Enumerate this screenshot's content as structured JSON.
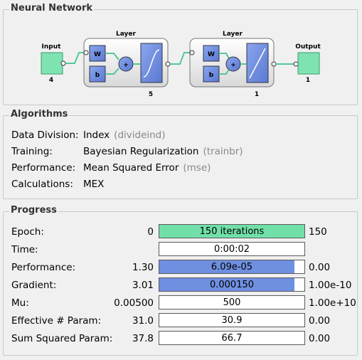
{
  "neural_network": {
    "title": "Neural Network",
    "input": {
      "label": "Input",
      "size": "4"
    },
    "hidden_layer": {
      "label": "Layer",
      "size": "5",
      "weight_label": "W",
      "bias_label": "b",
      "sum_label": "+"
    },
    "output_layer": {
      "label": "Layer",
      "size": "1",
      "weight_label": "W",
      "bias_label": "b",
      "sum_label": "+"
    },
    "output": {
      "label": "Output",
      "size": "1"
    }
  },
  "algorithms": {
    "title": "Algorithms",
    "rows": [
      {
        "label": "Data Division:",
        "value": "Index",
        "fn": "(divideind)"
      },
      {
        "label": "Training:",
        "value": "Bayesian Regularization",
        "fn": "(trainbr)"
      },
      {
        "label": "Performance:",
        "value": "Mean Squared Error",
        "fn": "(mse)"
      },
      {
        "label": "Calculations:",
        "value": "MEX",
        "fn": ""
      }
    ]
  },
  "progress": {
    "title": "Progress",
    "rows": [
      {
        "label": "Epoch:",
        "min": "0",
        "value": "150 iterations",
        "max": "150",
        "fill": 1.0,
        "fill_color": "#71e0a8"
      },
      {
        "label": "Time:",
        "min": "",
        "value": "0:00:02",
        "max": "",
        "fill": 0,
        "fill_color": "#6f8fe0"
      },
      {
        "label": "Performance:",
        "min": "1.30",
        "value": "6.09e-05",
        "max": "0.00",
        "fill": 0.93,
        "fill_color": "#6f8fe0"
      },
      {
        "label": "Gradient:",
        "min": "3.01",
        "value": "0.000150",
        "max": "1.00e-10",
        "fill": 0.93,
        "fill_color": "#6f8fe0"
      },
      {
        "label": "Mu:",
        "min": "0.00500",
        "value": "500",
        "max": "1.00e+10",
        "fill": 0,
        "fill_color": "#6f8fe0"
      },
      {
        "label": "Effective # Param:",
        "min": "31.0",
        "value": "30.9",
        "max": "0.00",
        "fill": 0,
        "fill_color": "#6f8fe0"
      },
      {
        "label": "Sum Squared Param:",
        "min": "37.8",
        "value": "66.7",
        "max": "0.00",
        "fill": 0,
        "fill_color": "#6f8fe0"
      }
    ]
  },
  "colors": {
    "io_block": "#7fe3b1",
    "weight_block": "#6f8fe0",
    "connector": "#52c898"
  }
}
